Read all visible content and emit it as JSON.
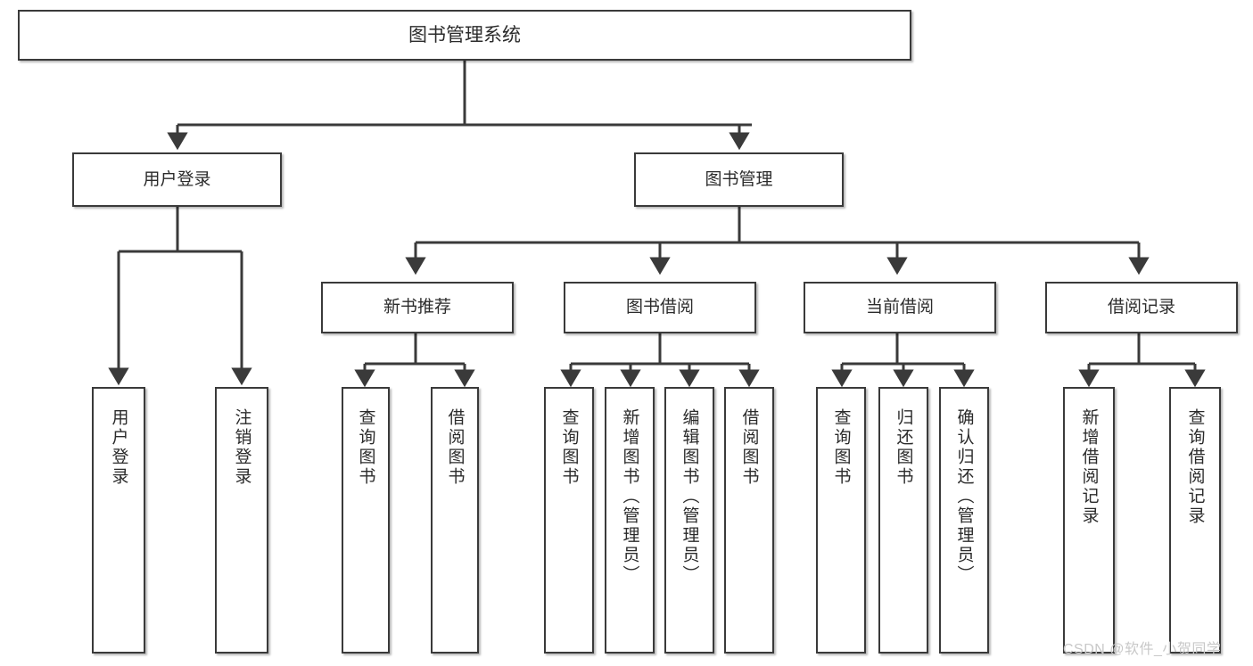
{
  "diagram": {
    "title": "图书管理系统",
    "type": "tree-hierarchy",
    "watermark": "CSDN @软件_小贺同学",
    "colors": {
      "box_border": "#3a3a3a",
      "box_fill": "#ffffff",
      "text": "#2b2b2b",
      "edge": "#3a3a3a",
      "watermark": "#c8c8c8",
      "background": "#ffffff"
    },
    "root": {
      "label": "图书管理系统"
    },
    "level1": [
      {
        "id": "user-login",
        "label": "用户登录"
      },
      {
        "id": "book-manage",
        "label": "图书管理"
      }
    ],
    "level2": [
      {
        "id": "new-book-recommend",
        "label": "新书推荐",
        "parent": "book-manage"
      },
      {
        "id": "book-borrow",
        "label": "图书借阅",
        "parent": "book-manage"
      },
      {
        "id": "current-borrow",
        "label": "当前借阅",
        "parent": "book-manage"
      },
      {
        "id": "borrow-record",
        "label": "借阅记录",
        "parent": "book-manage"
      }
    ],
    "leaves": [
      {
        "id": "leaf-user-login",
        "label": "用户登录",
        "parent": "user-login"
      },
      {
        "id": "leaf-logout-login",
        "label": "注销登录",
        "parent": "user-login"
      },
      {
        "id": "leaf-query-book-1",
        "label": "查询图书",
        "parent": "new-book-recommend"
      },
      {
        "id": "leaf-borrow-book-1",
        "label": "借阅图书",
        "parent": "new-book-recommend"
      },
      {
        "id": "leaf-query-book-2",
        "label": "查询图书",
        "parent": "book-borrow"
      },
      {
        "id": "leaf-add-book",
        "label": "新增图书（管理员）",
        "parent": "book-borrow"
      },
      {
        "id": "leaf-edit-book",
        "label": "编辑图书（管理员）",
        "parent": "book-borrow"
      },
      {
        "id": "leaf-borrow-book-2",
        "label": "借阅图书",
        "parent": "book-borrow"
      },
      {
        "id": "leaf-query-book-3",
        "label": "查询图书",
        "parent": "current-borrow"
      },
      {
        "id": "leaf-return-book",
        "label": "归还图书",
        "parent": "current-borrow"
      },
      {
        "id": "leaf-confirm-return",
        "label": "确认归还（管理员）",
        "parent": "current-borrow"
      },
      {
        "id": "leaf-add-record",
        "label": "新增借阅记录",
        "parent": "borrow-record"
      },
      {
        "id": "leaf-query-record",
        "label": "查询借阅记录",
        "parent": "borrow-record"
      }
    ]
  }
}
